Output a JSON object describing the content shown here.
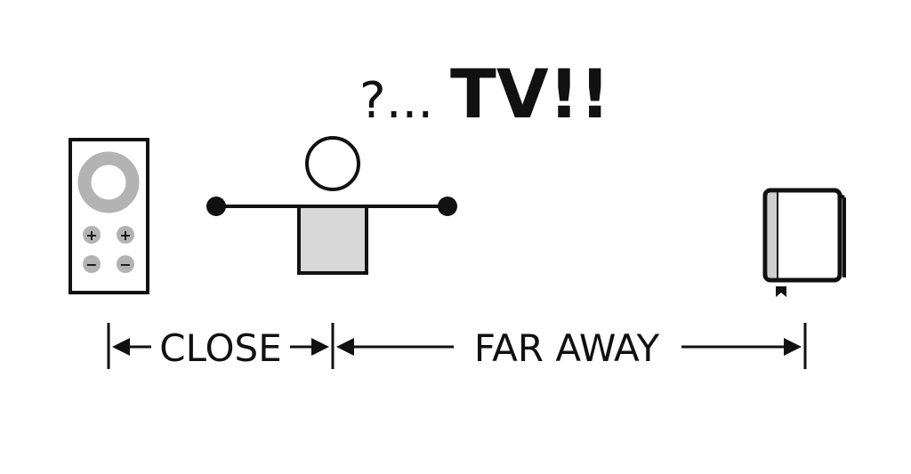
{
  "caption": {
    "prefix": "?...",
    "emphasis": "TV!!"
  },
  "measure": {
    "close_label": "CLOSE",
    "far_label": "FAR AWAY"
  },
  "remote": {
    "buttons": [
      "+",
      "+",
      "−",
      "−"
    ]
  },
  "colors": {
    "ink": "#111111",
    "remote_gray": "#b3b3b3",
    "body_fill": "#d8d8d8",
    "book_spine": "#cfcfcf"
  }
}
